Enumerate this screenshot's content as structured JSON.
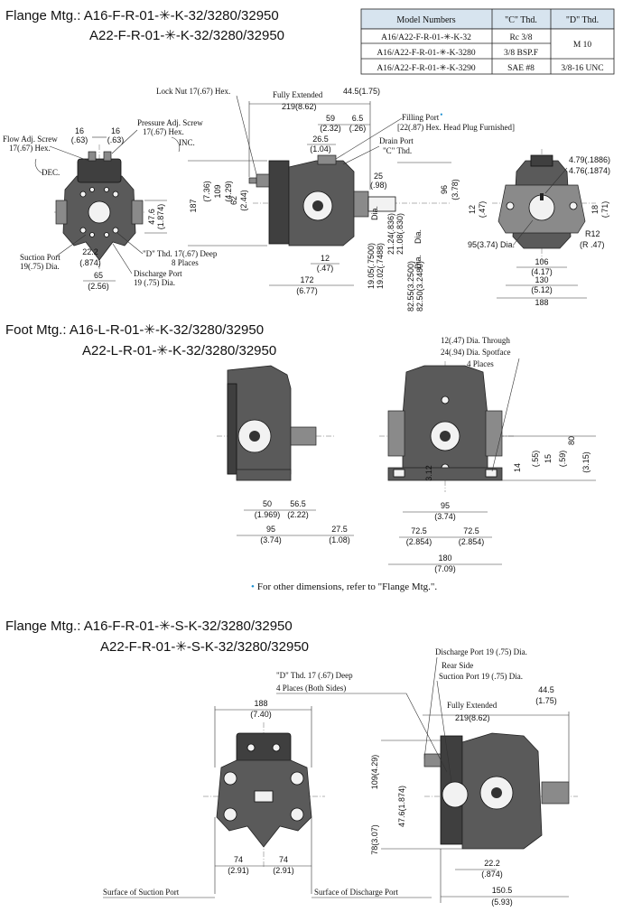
{
  "sections": {
    "flange": {
      "title_prefix": "Flange Mtg.: ",
      "model1": "A16-F-R-01-✳-K-32/3280/32950",
      "model2": "A22-F-R-01-✳-K-32/3280/32950"
    },
    "foot": {
      "title_prefix": "Foot Mtg.: ",
      "model1": "A16-L-R-01-✳-K-32/3280/32950",
      "model2": "A22-L-R-01-✳-K-32/3280/32950"
    },
    "flange_s": {
      "title_prefix": "Flange Mtg.: ",
      "model1": "A16-F-R-01-✳-S-K-32/3280/32950",
      "model2": "A22-F-R-01-✳-S-K-32/3280/32950"
    }
  },
  "thread_table": {
    "headers": [
      "Model Numbers",
      "\"C\" Thd.",
      "\"D\" Thd."
    ],
    "rows": [
      [
        "A16/A22-F-R-01-✳-K-32",
        "Rc 3/8",
        "M 10"
      ],
      [
        "A16/A22-F-R-01-✳-K-3280",
        "3/8 BSP.F",
        ""
      ],
      [
        "A16/A22-F-R-01-✳-K-3290",
        "SAE #8",
        "3/8-16 UNC"
      ]
    ]
  },
  "labels": {
    "lock_nut": "Lock Nut 17(.67) Hex.",
    "fully_extended": "Fully Extended",
    "fully_extended_dim": "219(8.62)",
    "fe_top": "44.5(1.75)",
    "filling_port": "Filling Port",
    "filling_port_sub": "[22(.87) Hex. Head Plug Furnished]",
    "drain_port": "Drain Port",
    "drain_port_c": "\"C\" Thd.",
    "flow_adj": "Flow Adj. Screw",
    "flow_adj_hex": "17(.67) Hex.",
    "pressure_adj": "Pressure Adj. Screw",
    "pressure_adj_hex": "17(.67) Hex.",
    "dec": "DEC.",
    "inc": "INC.",
    "suction_port": "Suction Port",
    "suction_port_dia": "19(.75) Dia.",
    "d_thd": "\"D\" Thd. 17(.67) Deep",
    "d_places": "8 Places",
    "discharge_port": "Discharge Port",
    "discharge_port_dia": "19 (.75) Dia.",
    "dia": "Dia.",
    "foot_hole1": "12(.47) Dia. Through",
    "foot_hole2": "24(.94) Dia. Spotface",
    "foot_hole3": "4 Places",
    "footnote": "For other dimensions, refer to \"Flange Mtg.\".",
    "s_discharge": "Discharge Port 19 (.75) Dia.",
    "s_rear_side": "Rear Side",
    "s_suction": "Suction Port 19 (.75) Dia.",
    "s_d_thd": "\"D\" Thd. 17 (.67) Deep",
    "s_d_places": "4 Places (Both Sides)",
    "surface_suction": "Surface of Suction Port",
    "surface_discharge": "Surface of Discharge Port"
  },
  "dims": {
    "top": {
      "d16a": "16",
      "d16a_in": "(.63)",
      "d16b": "16",
      "d16b_in": "(.63)",
      "d59": "59",
      "d59_in": "(2.32)",
      "d65": "6.5",
      "d65_in": "(.26)",
      "d265": "26.5",
      "d265_in": "(1.04)",
      "d187": "187",
      "d187_in": "(7.36)",
      "d109": "109",
      "d109_in": "(4.29)",
      "d62": "62",
      "d62_in": "(2.44)",
      "d476": "47.6",
      "d476_in": "(1.874)",
      "d222": "22.2",
      "d222_in": "(.874)",
      "d65b": "65",
      "d65b_in": "(2.56)",
      "d12": "12",
      "d12_in": "(.47)",
      "d172": "172",
      "d172_in": "(6.77)",
      "d25": "25",
      "d25_in": "(.98)",
      "d96": "96",
      "d96_in": "(3.78)",
      "shaft1": "19.05(.7500)",
      "shaft2": "19.02(.7488)",
      "shaft3": "21.24(.836)",
      "shaft4": "21.08(.830)",
      "pilot1": "82.55(3.2500)",
      "pilot2": "82.50(3.2480)",
      "key1": "4.79(.1886)",
      "key2": "4.76(.1874)",
      "d12b": "12",
      "d12b_in": "(.47)",
      "d18": "18",
      "d18_in": "(.71)",
      "d95": "95(3.74) Dia.",
      "r12": "R12",
      "r12_in": "(R .47)",
      "d106": "106",
      "d106_in": "(4.17)",
      "d130": "130",
      "d130_in": "(5.12)",
      "d188": "188"
    },
    "foot": {
      "d50": "50",
      "d50_in": "(1.969)",
      "d565": "56.5",
      "d565_in": "(2.22)",
      "d95": "95",
      "d95_in": "(3.74)",
      "d275": "27.5",
      "d275_in": "(1.08)",
      "d312": "3.12",
      "d95b": "95",
      "d95b_in": "(3.74)",
      "d725a": "72.5",
      "d725a_in": "(2.854)",
      "d725b": "72.5",
      "d725b_in": "(2.854)",
      "d180": "180",
      "d180_in": "(7.09)",
      "d14": "14",
      "d15": "15",
      "d15_in": "(.59)",
      "d55": "(.55)",
      "d80": "80",
      "d80_in": "(3.15)"
    },
    "flange_s": {
      "d188": "188",
      "d188_in": "(7.40)",
      "d74a": "74",
      "d74a_in": "(2.91)",
      "d74b": "74",
      "d74b_in": "(2.91)",
      "d109": "109(4.29)",
      "d476": "47.6(1.874)",
      "d78": "78(3.07)",
      "d445": "44.5",
      "d445_in": "(1.75)",
      "d219": "219(8.62)",
      "d222": "22.2",
      "d222_in": "(.874)",
      "d1505": "150.5",
      "d1505_in": "(5.93)"
    }
  }
}
